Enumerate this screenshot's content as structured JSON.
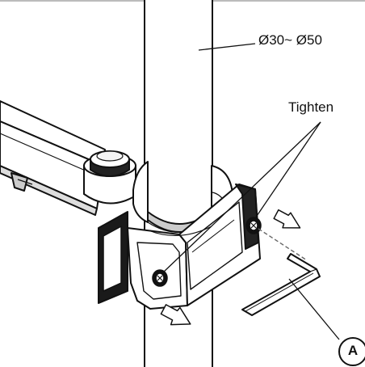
{
  "labels": {
    "diameter_range": "Ø30~ Ø50",
    "tighten": "Tighten",
    "hex_key_callout": "A"
  }
}
